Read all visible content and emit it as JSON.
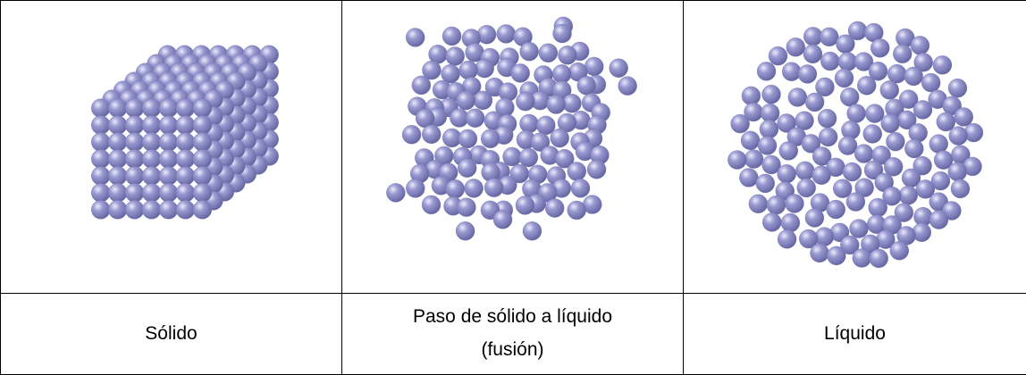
{
  "figure": {
    "panels": [
      {
        "label": "Sólido"
      },
      {
        "label": "Paso de sólido a líquido",
        "label_line2": "(fusión)"
      },
      {
        "label": "Líquido"
      }
    ],
    "colors": {
      "sphere": "#9a9ad2",
      "sphere_highlight": "#ecebfa",
      "sphere_shadow": "#5f5f9c",
      "border": "#000000"
    }
  }
}
